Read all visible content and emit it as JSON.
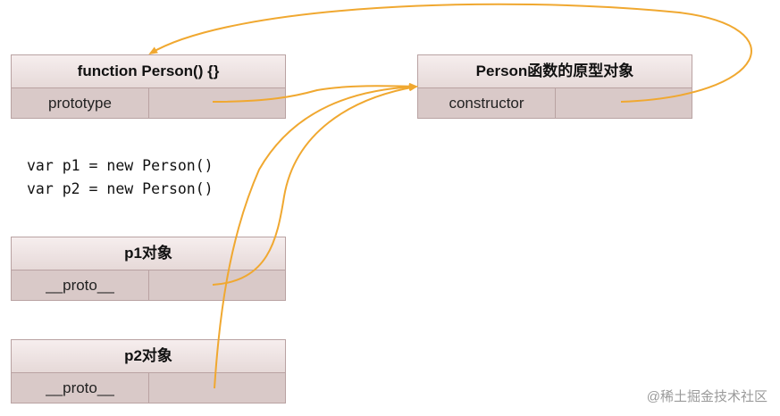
{
  "function_box": {
    "title": "function Person() {}",
    "row_label": "prototype"
  },
  "prototype_box": {
    "title": "Person函数的原型对象",
    "row_label": "constructor"
  },
  "code": {
    "line1": "var p1 = new Person()",
    "line2": "var p2 = new Person()"
  },
  "p1_box": {
    "title": "p1对象",
    "row_label": "__proto__"
  },
  "p2_box": {
    "title": "p2对象",
    "row_label": "__proto__"
  },
  "watermark": "@稀土掘金技术社区",
  "colors": {
    "arrow": "#f0a830",
    "box_fill": "#d9c9c8",
    "box_border": "#b9a2a2"
  }
}
